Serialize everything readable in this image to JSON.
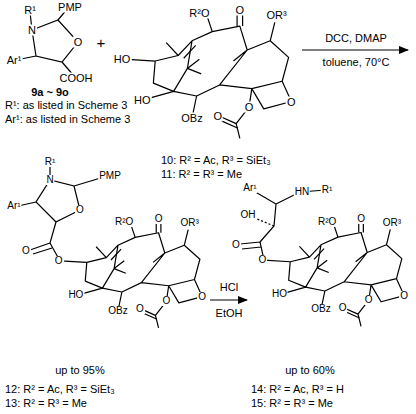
{
  "diagram": {
    "labels": [
      "PMP",
      "R¹",
      "N",
      "O",
      "Ar¹",
      "COOH",
      "9a ~ 9o",
      "R¹: as listed in Scheme 3",
      "Ar¹: as listed in Scheme 3",
      "+",
      "R²O",
      "O",
      "OR³",
      "HO",
      "HO",
      "OBz",
      "O",
      "O",
      "O",
      "10: R² = Ac, R³ = SiEt₃",
      "11: R² = R³ = Me",
      "DCC, DMAP",
      "toluene, 70°C",
      "R¹",
      "N",
      "PMP",
      "Ar¹",
      "O",
      "O",
      "R²O",
      "O",
      "OR³",
      "O",
      "HO",
      "OBz",
      "O",
      "O",
      "O",
      "up to 95%",
      "12: R² = Ac, R³ = SiEt₃",
      "13: R² = R³ = Me",
      "HCl",
      "EtOH",
      "Ar¹",
      "HN",
      "R¹",
      "OH",
      "O",
      "R²O",
      "O",
      "OR³",
      "O",
      "HO",
      "OBz",
      "O",
      "O",
      "O",
      "up to 60%",
      "14: R² = Ac, R³ = H",
      "15: R² = R³ = Me"
    ]
  }
}
